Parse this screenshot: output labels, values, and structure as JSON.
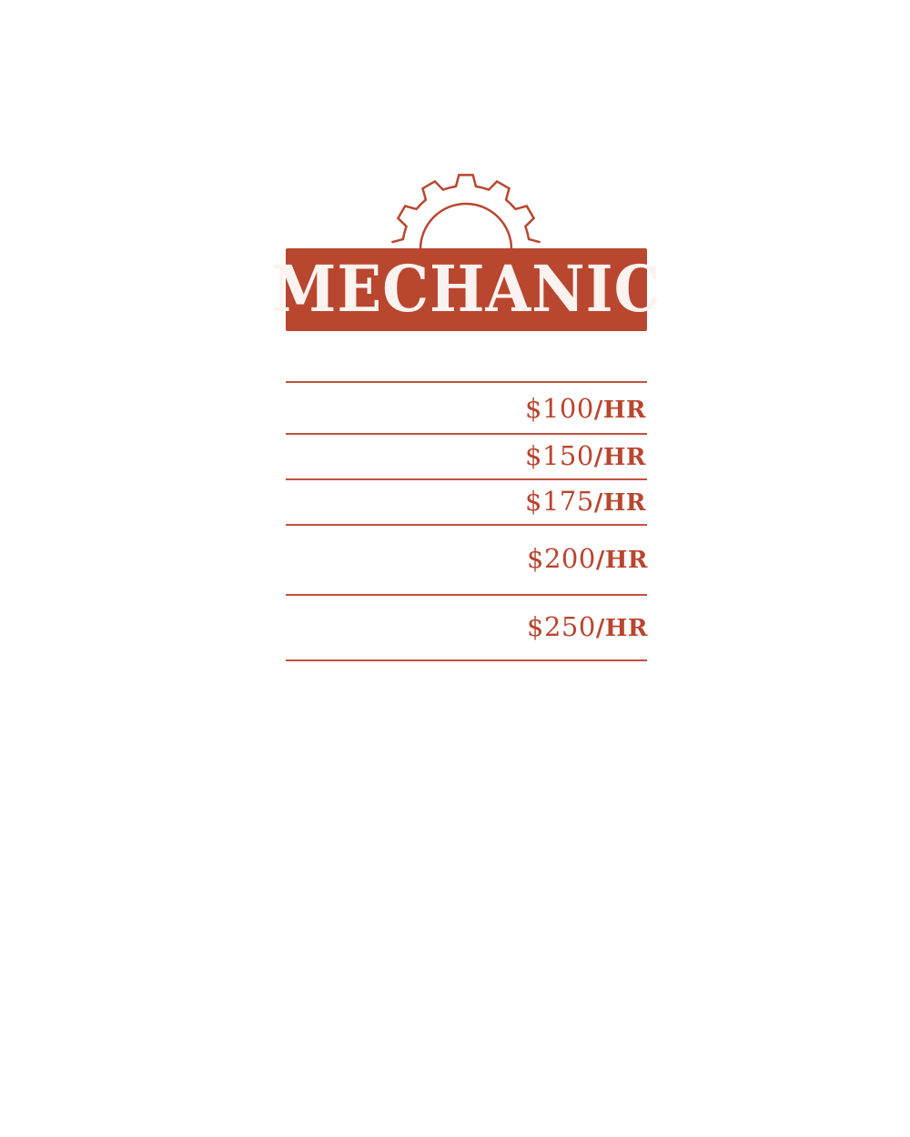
{
  "title": "MECHANIC",
  "accent_color": "#b9462f",
  "rates": [
    {
      "amount": "$100",
      "unit": "/HR"
    },
    {
      "amount": "$150",
      "unit": "/HR"
    },
    {
      "amount": "$175",
      "unit": "/HR"
    },
    {
      "amount": "$200",
      "unit": "/HR"
    },
    {
      "amount": "$250",
      "unit": "/HR"
    }
  ]
}
